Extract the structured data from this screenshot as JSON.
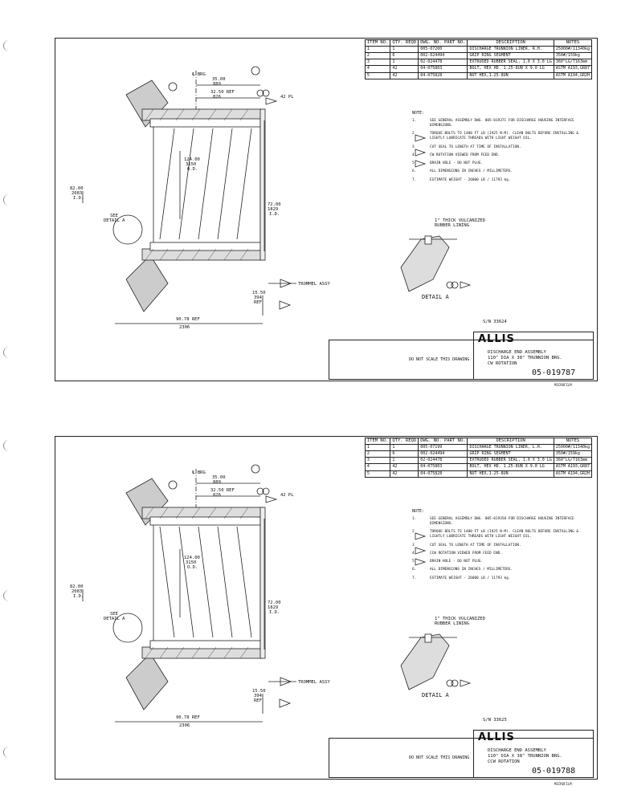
{
  "table_headers": {
    "item": "ITEM NO.",
    "qty": "QTY. REQD",
    "dwg": "DWG. NO. PART NO.",
    "desc": "DESCRIPTION",
    "notes": "NOTES"
  },
  "note_heading": "NOTE:",
  "common_labels": {
    "brg": "℄ BRG",
    "dim_3500": "35.00",
    "dim_889": "889",
    "dim_3250": "32.50 REF",
    "dim_826": "826",
    "pl": "42 PL",
    "dim_8200": "82.00",
    "dim_2083": "2083",
    "id": "I.D.",
    "see_detail": "SEE",
    "detail_a_small": "DETAIL A",
    "dim_12400": "124.00",
    "dim_3150": "3150",
    "od": "O.D.",
    "dim_7200": "72.00",
    "dim_1829": "1829",
    "id2": "I.D.",
    "dim_1550": "15.50",
    "dim_394": "394",
    "ref": "REF",
    "dim_9078": "90.78 REF",
    "dim_2306": "2306",
    "trommel": "TROMMEL ASSY",
    "rubber": "1\" THICK VULCANIZED",
    "rubber2": "RUBBER LINING",
    "detail_a": "DETAIL A",
    "brand": "ALLIS",
    "dns": "DO NOT SCALE THIS DRAWING",
    "tb_title1": "DISCHARGE END ASSEMBLY",
    "tb_title2": "110\" DIA X 38\" TRUNNION BRG."
  },
  "sheets": [
    {
      "rows": [
        {
          "item": "1",
          "qty": "1",
          "dwg": "005-07200",
          "desc": "DISCHARGE TRUNNION LINER, R.H.",
          "notes": "25000#/11340kg"
        },
        {
          "item": "2",
          "qty": "6",
          "dwg": "002-024494",
          "desc": "GRIP RING SEGMENT",
          "notes": "350#/159kg"
        },
        {
          "item": "3",
          "qty": "1",
          "dwg": "02-024478",
          "desc": "EXTRUDED RUBBER SEAL, 1.0 X 3.0 LG",
          "notes": "360\"LG/7163mm"
        },
        {
          "item": "4",
          "qty": "42",
          "dwg": "04-075803",
          "desc": "BOLT, HEX HD. 1.25-8UN X 9.0 LG",
          "notes": "ASTM A193,GR87"
        },
        {
          "item": "5",
          "qty": "42",
          "dwg": "04-075828",
          "desc": "NUT HEX,1.25-8UN",
          "notes": "ASTM A194,GR2H"
        }
      ],
      "notes": [
        {
          "n": "1.",
          "t": "SEE GENERAL ASSEMBLY DWG. 005-01937I FOR DISCHARGE HOUSING INTERFACE DIMENSIONS."
        },
        {
          "n": "2",
          "t": "TORQUE BOLTS TO 1400 FT LB (1925 N-M). CLEAN BOLTS BEFORE INSTALLING & LIGHTLY LUBRICATE THREADS WITH LIGHT WEIGHT OIL."
        },
        {
          "n": "3",
          "t": "CUT SEAL TO LENGTH AT TIME OF INSTALLATION."
        },
        {
          "n": "4.",
          "t": "CW ROTATION VIEWED FROM FEED END."
        },
        {
          "n": "5",
          "t": "DRAIN HOLE - DO NOT PLUG."
        },
        {
          "n": "6.",
          "t": "ALL DIMENSIONS IN INCHES / MILLIMETERS."
        },
        {
          "n": "7.",
          "t": "ESTIMATE WEIGHT - 26000 LB / 11793 kg."
        }
      ],
      "sn": "S/N 33624",
      "rotation": "CW ROTATION",
      "dwg_no": "05-019787",
      "footer": "MICROFILM"
    },
    {
      "rows": [
        {
          "item": "1",
          "qty": "1",
          "dwg": "005-07199",
          "desc": "DISCHARGE TRUNNION LINER, L.H.",
          "notes": "25000#/11340kg"
        },
        {
          "item": "2",
          "qty": "6",
          "dwg": "002-024494",
          "desc": "GRIP RING SEGMENT",
          "notes": "350#/159kg"
        },
        {
          "item": "3",
          "qty": "1",
          "dwg": "02-024478",
          "desc": "EXTRUDED RUBBER SEAL, 1.0 X 3.0 LG",
          "notes": "360\"LG/7163mm"
        },
        {
          "item": "4",
          "qty": "42",
          "dwg": "04-075803",
          "desc": "BOLT, HEX HD. 1.25-8UN X 9.0 LG",
          "notes": "ASTM A193,GR87"
        },
        {
          "item": "5",
          "qty": "42",
          "dwg": "04-075828",
          "desc": "NUT HEX,1.25-8UN",
          "notes": "ASTM A194,GR2H"
        }
      ],
      "notes": [
        {
          "n": "1.",
          "t": "SEE GENERAL ASSEMBLY DWG. 005-019358 FOR DISCHARGE HOUSING INTERFACE DIMENSIONS."
        },
        {
          "n": "2",
          "t": "TORQUE BOLTS TO 1400 FT LB (1925 N-M). CLEAN BOLTS BEFORE INSTALLING & LIGHTLY LUBRICATE THREADS WITH LIGHT WEIGHT OIL."
        },
        {
          "n": "3",
          "t": "CUT SEAL TO LENGTH AT TIME OF INSTALLATION."
        },
        {
          "n": "4.",
          "t": "CCW ROTATION VIEWED FROM FEED END."
        },
        {
          "n": "5",
          "t": "DRAIN HOLE - DO NOT PLUG."
        },
        {
          "n": "6.",
          "t": "ALL DIMENSIONS IN INCHES / MILLIMETERS."
        },
        {
          "n": "7.",
          "t": "ESTIMATE WEIGHT - 26000 LB / 11793 kg."
        }
      ],
      "sn": "S/N 33625",
      "rotation": "CCW ROTATION",
      "dwg_no": "05-019788",
      "footer": "MICROFILM"
    }
  ]
}
